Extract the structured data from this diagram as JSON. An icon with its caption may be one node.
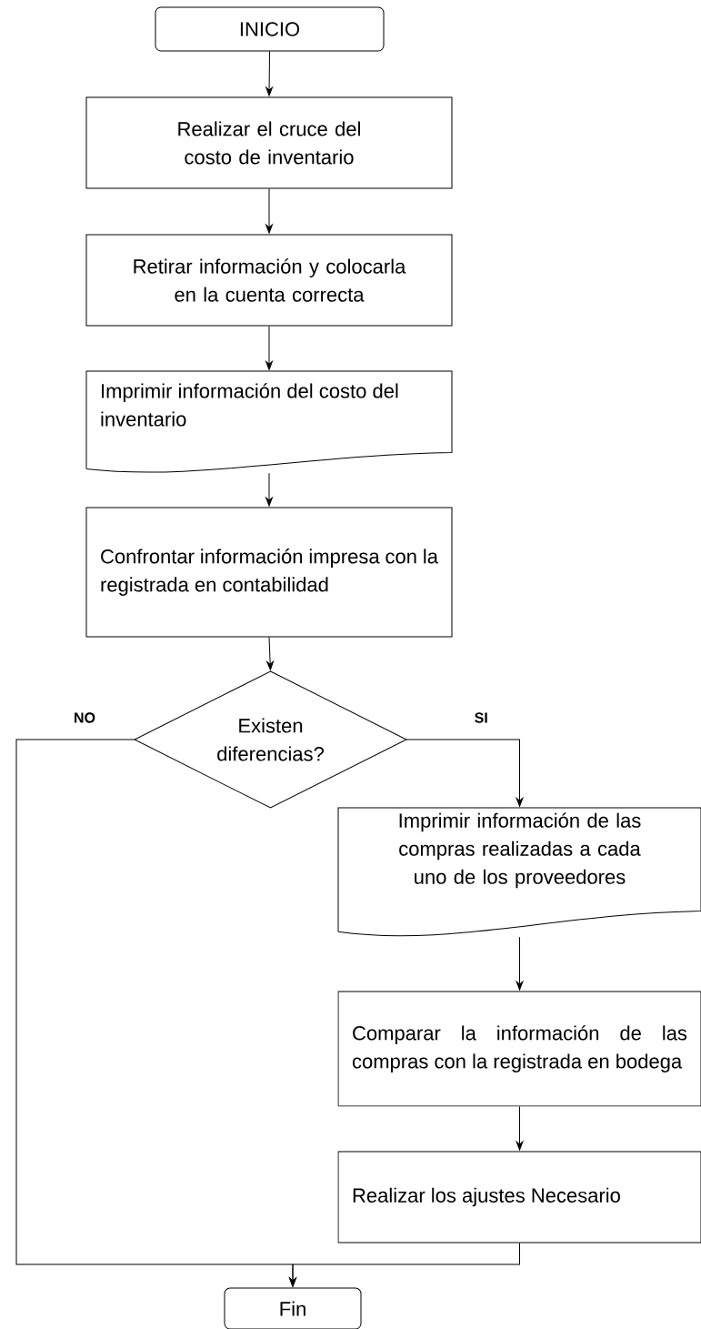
{
  "diagram": {
    "nodes": [
      {
        "text": [
          "INICIO"
        ]
      },
      {
        "text": [
          "Realizar el cruce  del costo de inventario"
        ]
      },
      {
        "text": [
          "Retirar información y colocarla en la cuenta correcta"
        ]
      },
      {
        "text": [
          "Imprimir información del costo del inventario"
        ]
      },
      {
        "text": [
          "Confrontar información impresa con la registrada en contabilidad"
        ]
      },
      {
        "text": [
          "Existen diferencias?"
        ]
      },
      {
        "text": [
          "Imprimir información de las compras realizadas a cada uno de los proveedores"
        ]
      },
      {
        "text": [
          "Comparar la información de las compras con la registrada en bodega"
        ]
      },
      {
        "text": [
          "Realizar los ajustes Necesario"
        ]
      },
      {
        "text": [
          "Fin"
        ]
      }
    ],
    "edges": [
      {
        "from": 0,
        "to": 1,
        "arrow": "to"
      },
      {
        "from": 1,
        "to": 2,
        "arrow": "to"
      },
      {
        "from": 2,
        "to": 3,
        "arrow": "to"
      },
      {
        "from": 3,
        "to": 4,
        "arrow": "to"
      },
      {
        "from": 4,
        "to": 5,
        "arrow": "to"
      },
      {
        "from": 5,
        "to": 6,
        "arrow": "to",
        "label": "SI"
      },
      {
        "from": 6,
        "to": 7,
        "arrow": "to"
      },
      {
        "from": 7,
        "to": 8,
        "arrow": "to"
      },
      {
        "from": 5,
        "to": 9,
        "arrow": "to",
        "label": "NO"
      },
      {
        "from": 8,
        "to": 9,
        "arrow": "to"
      }
    ]
  }
}
